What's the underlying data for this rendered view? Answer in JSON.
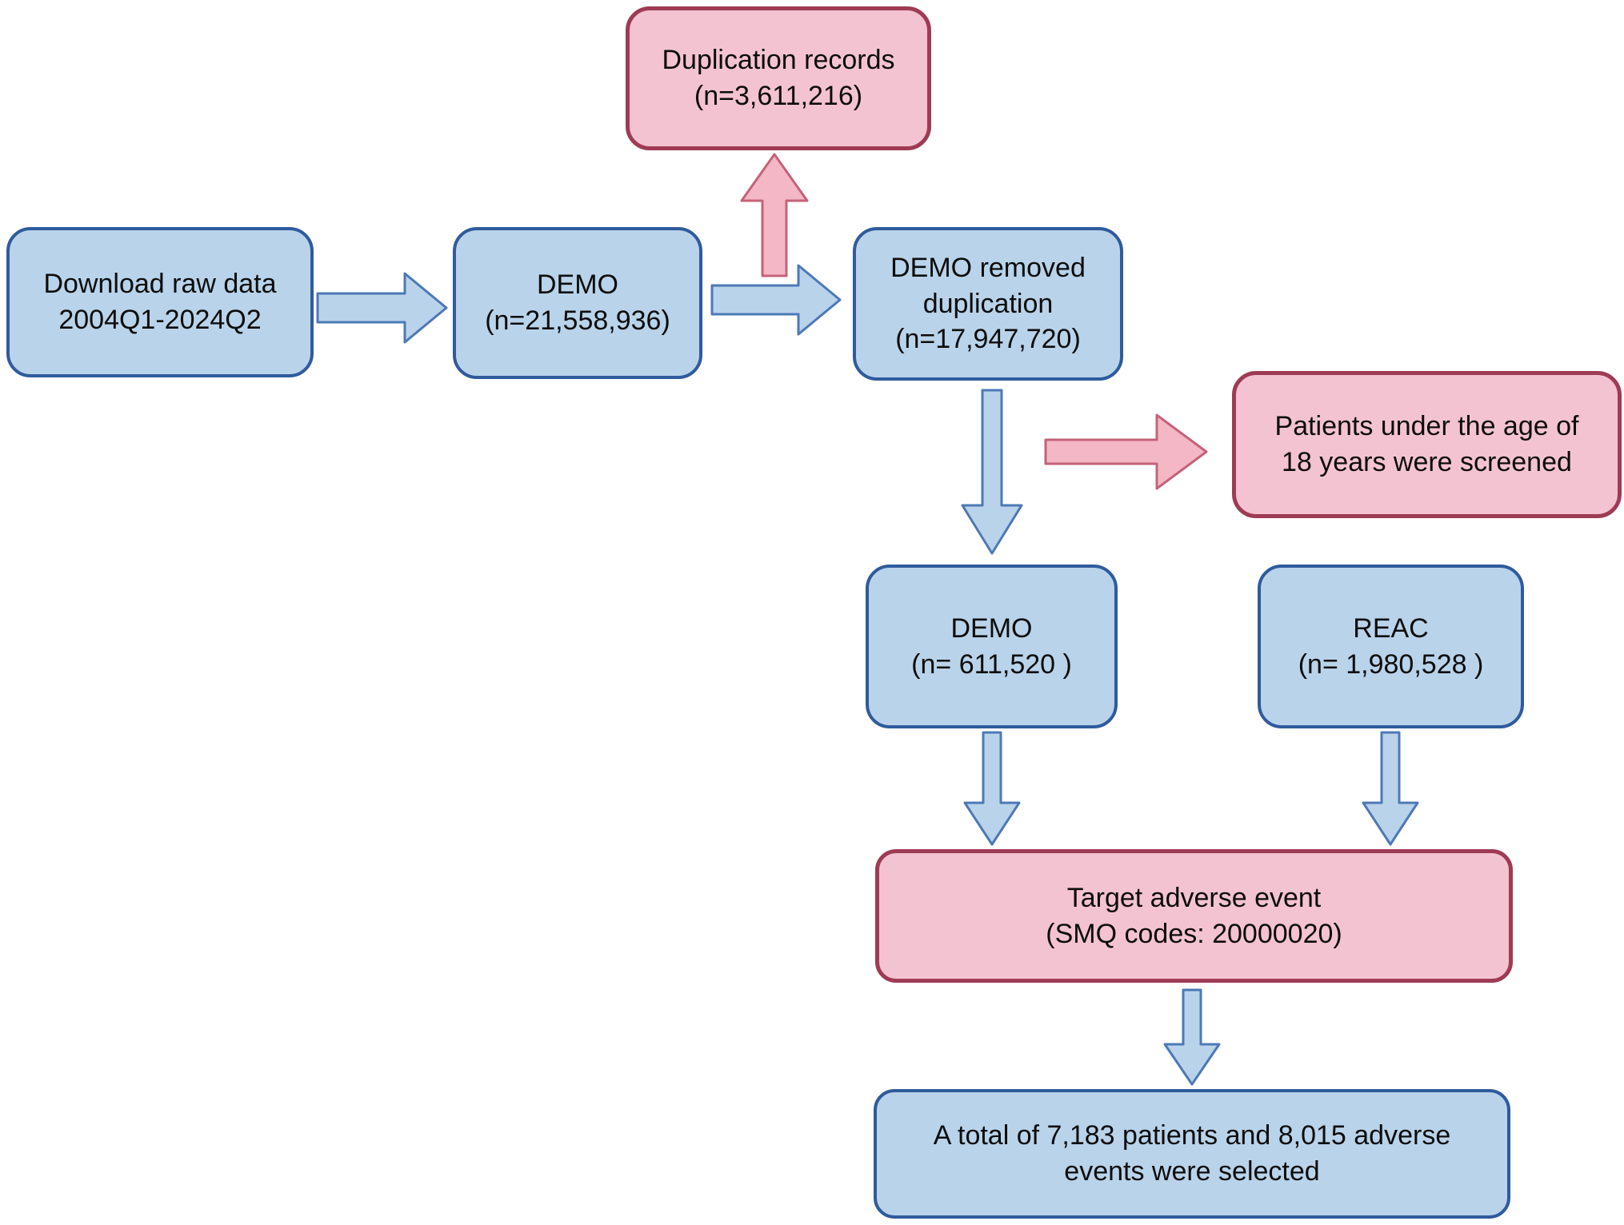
{
  "figure": {
    "type": "flowchart",
    "description": "Flow diagram of FAERS data selection"
  },
  "palette": {
    "background": "#ffffff",
    "text": "#0d0d0d",
    "node_blue_fill": "#b9d3ea",
    "node_blue_border": "#2f5b9d",
    "node_pink_fill": "#f4c3d1",
    "node_pink_border": "#9e3b55",
    "arrow_blue_fill": "#b9d3ea",
    "arrow_blue_border": "#4d79b6",
    "arrow_pink_fill": "#f3b7c5",
    "arrow_pink_border": "#c4637a"
  },
  "diagram": {
    "nodes": {
      "download_raw": {
        "text": "Download raw data\n2004Q1-2024Q2",
        "style": "blue"
      },
      "demo_full": {
        "text": "DEMO\n(n=21,558,936)",
        "style": "blue"
      },
      "duplication_records": {
        "text": "Duplication records\n(n=3,611,216)",
        "style": "pink"
      },
      "demo_removed": {
        "text": "DEMO removed\nduplication\n(n=17,947,720)",
        "style": "blue"
      },
      "patients_under_18": {
        "text": "Patients under the age of\n18 years were screened",
        "style": "pink"
      },
      "demo_adult": {
        "text": "DEMO\n(n= 611,520 )",
        "style": "blue"
      },
      "reac": {
        "text": "REAC\n(n= 1,980,528 )",
        "style": "blue"
      },
      "target_ae": {
        "text": "Target adverse event\n(SMQ codes: 20000020)",
        "style": "pink"
      },
      "total_selected": {
        "text": "A total of 7,183 patients and 8,015 adverse\nevents were selected",
        "style": "blue"
      }
    },
    "edges": [
      {
        "from": "download_raw",
        "to": "demo_full",
        "color": "blue",
        "direction": "right"
      },
      {
        "from": "demo_full",
        "to": "duplication_records",
        "color": "pink",
        "direction": "up"
      },
      {
        "from": "demo_full",
        "to": "demo_removed",
        "color": "blue",
        "direction": "right"
      },
      {
        "from": "demo_removed",
        "to": "patients_under_18",
        "color": "pink",
        "direction": "right"
      },
      {
        "from": "demo_removed",
        "to": "demo_adult",
        "color": "blue",
        "direction": "down"
      },
      {
        "from": "demo_adult",
        "to": "target_ae",
        "color": "blue",
        "direction": "down"
      },
      {
        "from": "reac",
        "to": "target_ae",
        "color": "blue",
        "direction": "down"
      },
      {
        "from": "target_ae",
        "to": "total_selected",
        "color": "blue",
        "direction": "down"
      }
    ]
  }
}
